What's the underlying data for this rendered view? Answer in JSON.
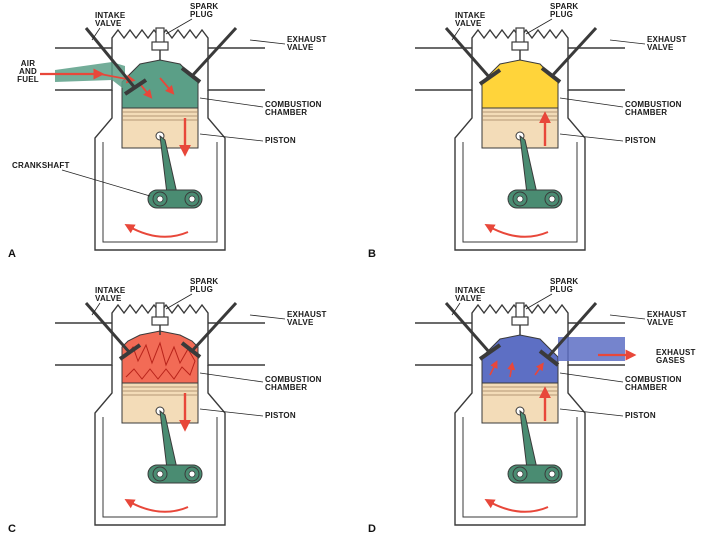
{
  "colors": {
    "outline": "#3a3a3a",
    "piston": "#f3dcb8",
    "rod": "#4a8c72",
    "air_fuel_mix": "#5b9f87",
    "compression": "#ffd43a",
    "combustion": "#f26b56",
    "exhaust": "#5d6fc4",
    "arrow": "#e8473a"
  },
  "panels": [
    {
      "letter": "A",
      "chamber_fill": "air_fuel_mix",
      "labels": {
        "intake_valve": [
          "INTAKE",
          "VALVE"
        ],
        "spark_plug": [
          "SPARK",
          "PLUG"
        ],
        "exhaust_valve": [
          "EXHAUST",
          "VALVE"
        ],
        "air_fuel": [
          "AIR",
          "AND",
          "FUEL"
        ],
        "combustion_chamber": [
          "COMBUSTION",
          "CHAMBER"
        ],
        "piston": [
          "PISTON"
        ],
        "crankshaft": [
          "CRANKSHAFT"
        ]
      }
    },
    {
      "letter": "B",
      "chamber_fill": "compression",
      "labels": {
        "intake_valve": [
          "INTAKE",
          "VALVE"
        ],
        "spark_plug": [
          "SPARK",
          "PLUG"
        ],
        "exhaust_valve": [
          "EXHAUST",
          "VALVE"
        ],
        "combustion_chamber": [
          "COMBUSTION",
          "CHAMBER"
        ],
        "piston": [
          "PISTON"
        ]
      }
    },
    {
      "letter": "C",
      "chamber_fill": "combustion",
      "labels": {
        "intake_valve": [
          "INTAKE",
          "VALVE"
        ],
        "spark_plug": [
          "SPARK",
          "PLUG"
        ],
        "exhaust_valve": [
          "EXHAUST",
          "VALVE"
        ],
        "combustion_chamber": [
          "COMBUSTION",
          "CHAMBER"
        ],
        "piston": [
          "PISTON"
        ]
      }
    },
    {
      "letter": "D",
      "chamber_fill": "exhaust",
      "labels": {
        "intake_valve": [
          "INTAKE",
          "VALVE"
        ],
        "spark_plug": [
          "SPARK",
          "PLUG"
        ],
        "exhaust_valve": [
          "EXHAUST",
          "VALVE"
        ],
        "exhaust_gases": [
          "EXHAUST",
          "GASES"
        ],
        "combustion_chamber": [
          "COMBUSTION",
          "CHAMBER"
        ],
        "piston": [
          "PISTON"
        ]
      }
    }
  ]
}
